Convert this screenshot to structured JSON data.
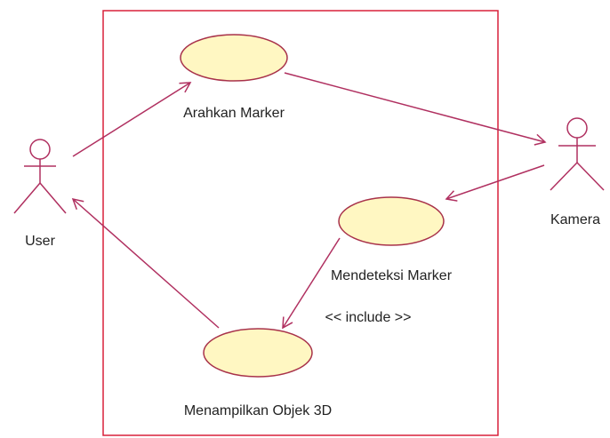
{
  "diagram": {
    "actors": {
      "user": {
        "label": "User"
      },
      "kamera": {
        "label": "Kamera"
      }
    },
    "use_cases": {
      "arahkan_marker": {
        "label": "Arahkan Marker"
      },
      "mendeteksi_marker": {
        "label": "Mendeteksi Marker"
      },
      "menampilkan_objek": {
        "label": "Menampilkan Objek 3D"
      }
    },
    "relations": {
      "include": {
        "label": "<< include >>"
      }
    },
    "colors": {
      "line": "#b03060",
      "boundary": "#d8203a",
      "use_case_fill": "#fff7c2",
      "use_case_stroke": "#a8324a"
    }
  }
}
